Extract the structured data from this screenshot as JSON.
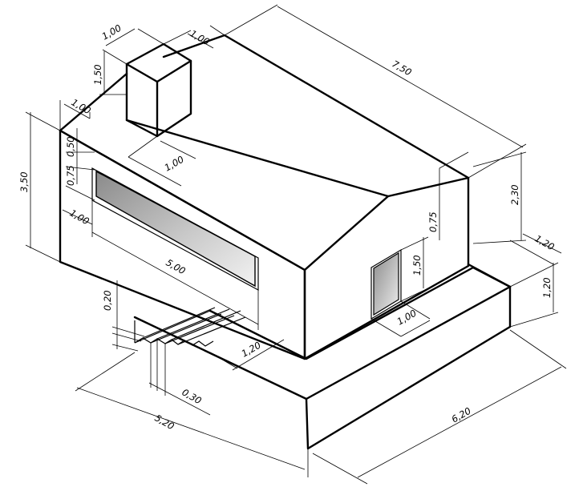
{
  "diagram": {
    "type": "isometric-building-drawing",
    "line_color": "#000000",
    "glass_color": "#9a9a9a",
    "dimensions": {
      "chimney_width": "1,00",
      "chimney_depth": "1,00",
      "chimney_height": "1,50",
      "roof_offset": "1,00",
      "chimney_to_edge": "1,00",
      "wall_height": "3,50",
      "window_top_gap": "0,50",
      "window_height": "0,75",
      "window_left": "1,00",
      "window_length": "5,00",
      "house_length": "7,50",
      "gable_height": "2,30",
      "door_over": "0,75",
      "door_height": "1,50",
      "door_width": "1,00",
      "platform_side": "1,20",
      "platform_height": "1,20",
      "platform_front": "1,20",
      "step_height": "0,20",
      "step_depth": "0,30",
      "platform_depth": "5,20",
      "platform_length": "6,20"
    }
  }
}
